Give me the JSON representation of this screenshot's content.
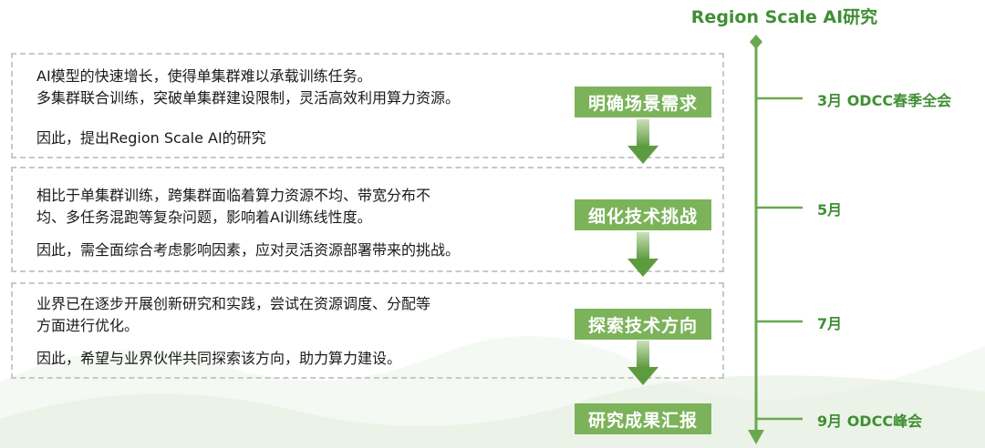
{
  "timeline": {
    "title": "Region Scale AI研究",
    "milestones": [
      {
        "label": "3月 ODCC春季全会"
      },
      {
        "label": "5月"
      },
      {
        "label": "7月"
      },
      {
        "label": "9月 ODCC峰会"
      }
    ]
  },
  "steps": [
    {
      "label": "明确场景需求"
    },
    {
      "label": "细化技术挑战"
    },
    {
      "label": "探索技术方向"
    },
    {
      "label": "研究成果汇报"
    }
  ],
  "panels": [
    {
      "lines": [
        "AI模型的快速增长，使得单集群难以承载训练任务。",
        "多集群联合训练，突破单集群建设限制，灵活高效利用算力资源。",
        "因此，提出Region Scale AI的研究"
      ]
    },
    {
      "lines": [
        "相比于单集群训练，跨集群面临着算力资源不均、带宽分布不",
        "均、多任务混跑等复杂问题，影响着AI训练线性度。",
        "因此，需全面综合考虑影响因素，应对灵活资源部署带来的挑战。"
      ]
    },
    {
      "lines": [
        "业界已在逐步开展创新研究和实践，尝试在资源调度、分配等",
        "方面进行优化。",
        "因此，希望与业界伙伴共同探索该方向，助力算力建设。"
      ]
    }
  ],
  "colors": {
    "step_fill": "#7cb35a",
    "timeline_green": "#3f8f34",
    "arrow_green": "#6aa84f"
  }
}
